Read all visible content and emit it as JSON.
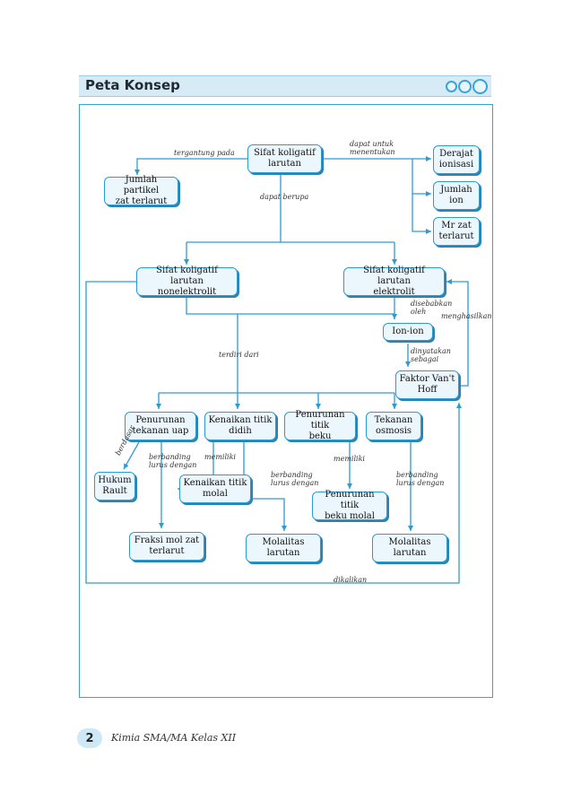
{
  "header": {
    "title": "Peta Konsep"
  },
  "nodes": {
    "sifat_koligatif": "Sifat koligatif\nlarutan",
    "jumlah_partikel": "Jumlah partikel\nzat terlarut",
    "derajat_ionisasi": "Derajat\nionisasi",
    "jumlah_ion": "Jumlah\nion",
    "mr_zat": "Mr zat\nterlarut",
    "nonelektrolit": "Sifat koligatif larutan\nnonelektrolit",
    "elektrolit": "Sifat koligatif larutan\nelektrolit",
    "ion_ion": "Ion-ion",
    "faktor_vant_hoff": "Faktor Van't\nHoff",
    "penurunan_tekanan_uap": "Penurunan\ntekanan uap",
    "kenaikan_titik_didih": "Kenaikan titik\ndidih",
    "penurunan_titik_beku": "Penurunan titik\nbeku",
    "tekanan_osmosis": "Tekanan\nosmosis",
    "hukum_rault": "Hukum\nRault",
    "kenaikan_titik_molal": "Kenaikan titik\nmolal",
    "penurunan_titik_beku_molal": "Penurunan titik\nbeku molal",
    "fraksi_mol": "Fraksi mol zat\nterlarut",
    "molalitas_1": "Molalitas\nlarutan",
    "molalitas_2": "Molalitas\nlarutan"
  },
  "labels": {
    "tergantung_pada": "tergantung pada",
    "dapat_untuk": "dapat untuk\nmenentukan",
    "dapat_berupa": "dapat berupa",
    "disebabkan_oleh": "disebabkan\noleh",
    "menghasilkan": "menghasilkan",
    "dinyatakan": "dinyatakan\nsebagai",
    "terdiri_dari": "terdiri dari",
    "berdasar": "berdasar",
    "berbanding_1": "berbanding\nlurus dengan",
    "memiliki_1": "memiliki",
    "berbanding_2": "berbanding\nlurus dengan",
    "memiliki_2": "memiliki",
    "berbanding_3": "berbanding\nlurus dengan",
    "dikalikan": "dikalikan"
  },
  "footer": {
    "page_number": "2",
    "book_title": "Kimia SMA/MA Kelas XII"
  },
  "colors": {
    "accent": "#2d9bd2",
    "node_fill": "#ecf7fd",
    "header_fill": "#d7ebf6"
  }
}
